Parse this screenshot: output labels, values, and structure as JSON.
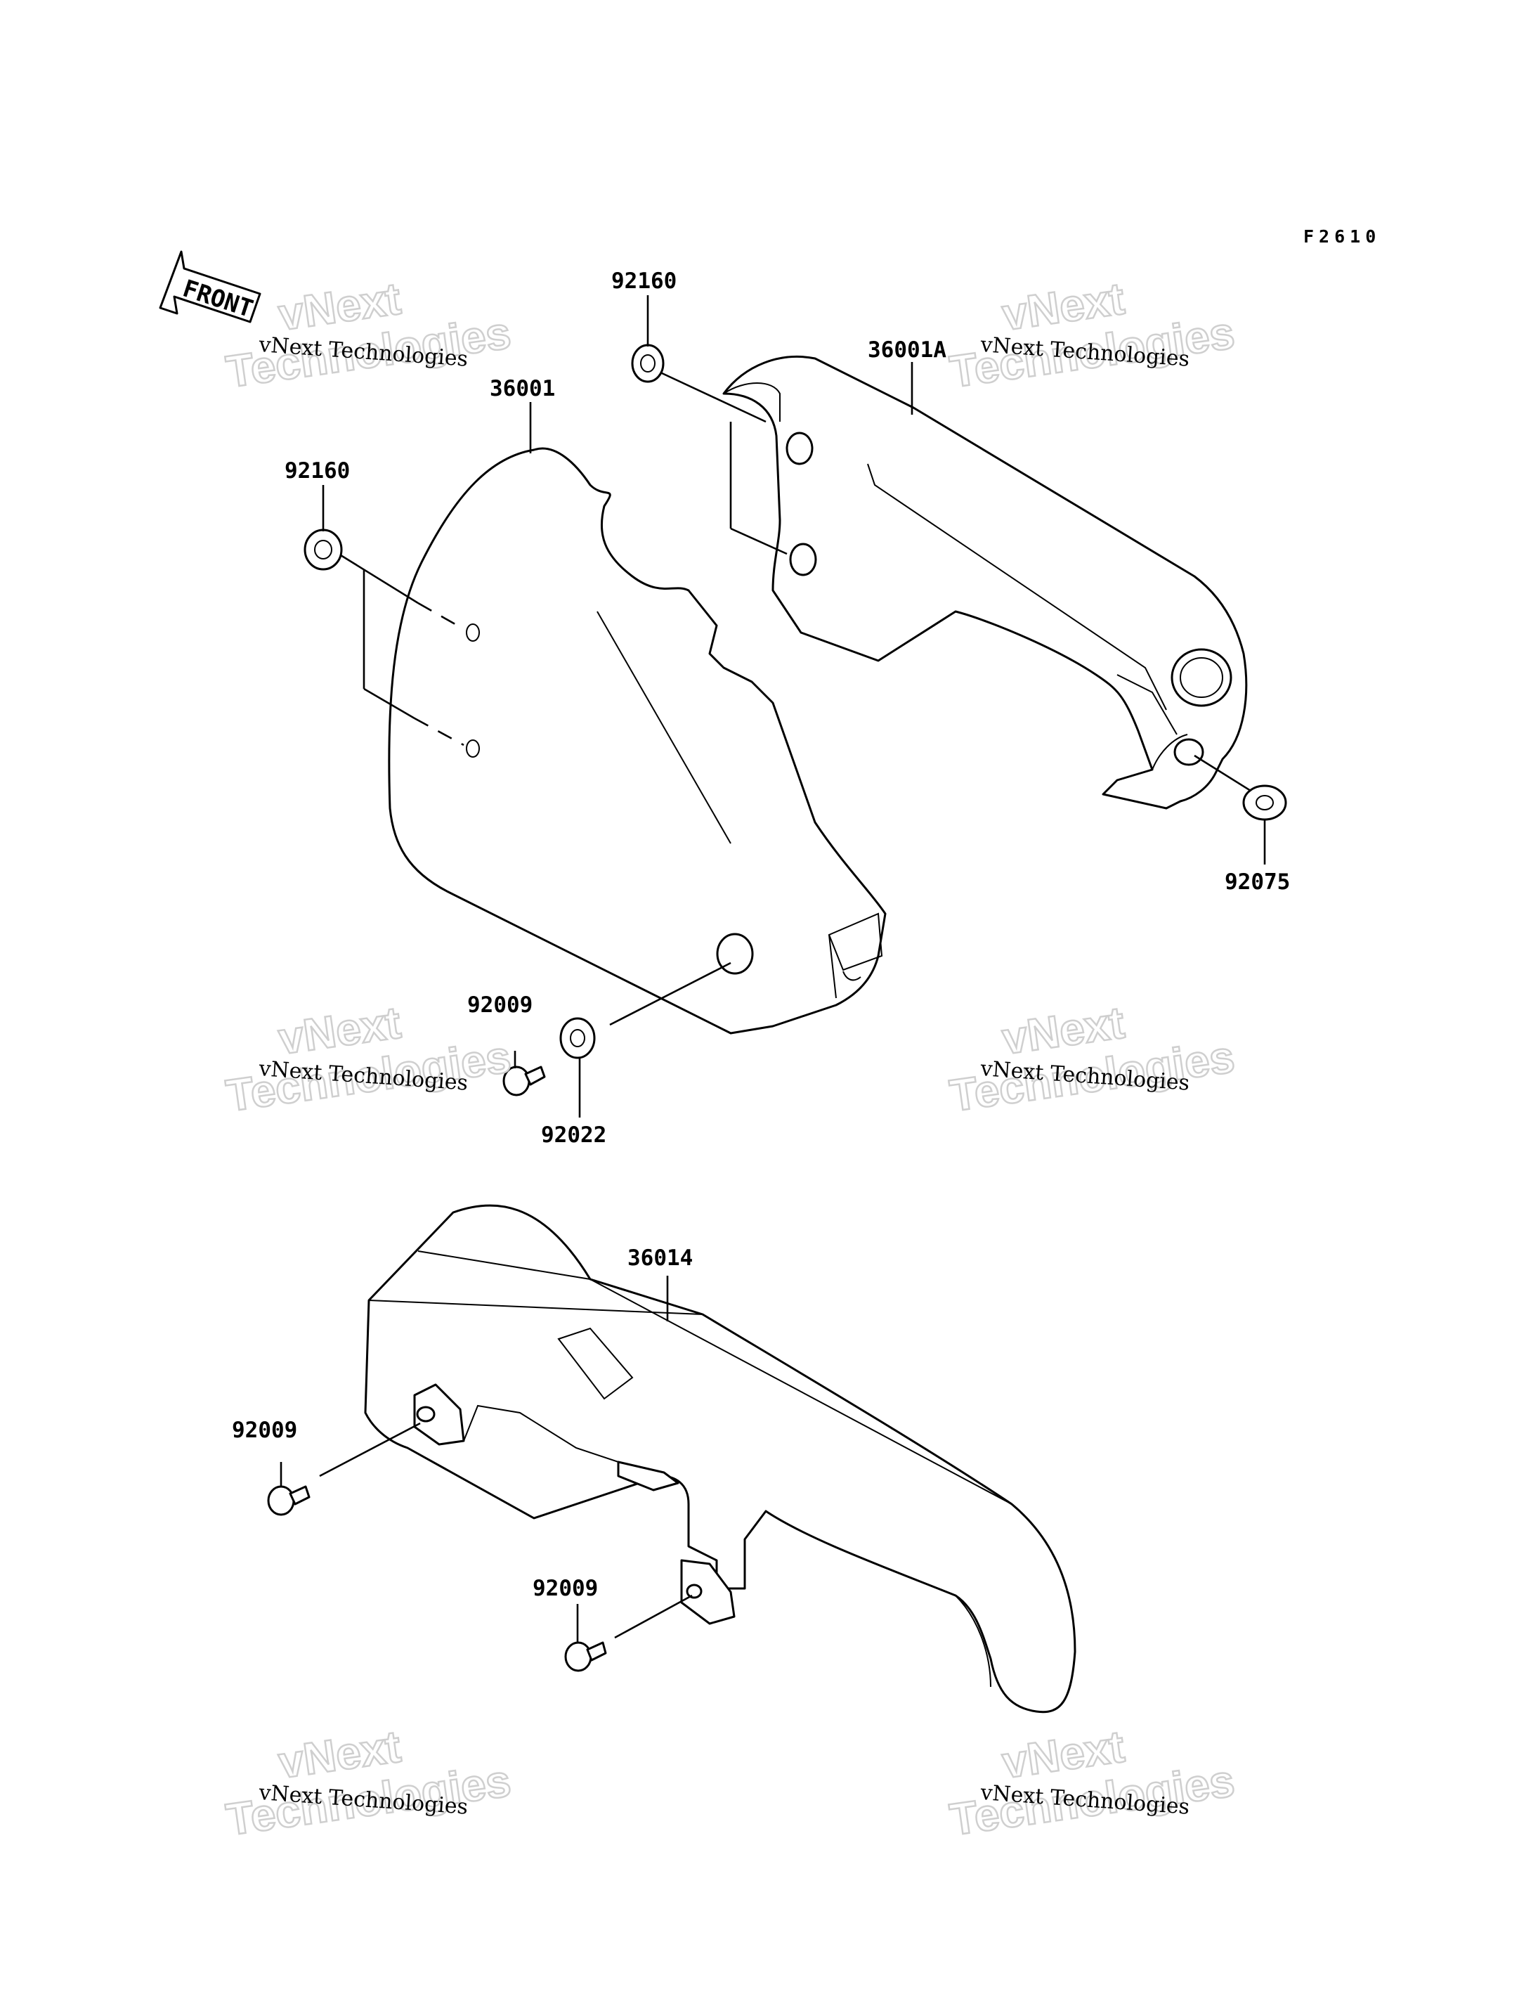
{
  "figure_code": "F2610",
  "front_label": "FRONT",
  "callouts": {
    "p92160_top": "92160",
    "p36001A": "36001A",
    "p36001": "36001",
    "p92160_left": "92160",
    "p92075": "92075",
    "p92009_mid": "92009",
    "p92022": "92022",
    "p36014": "36014",
    "p92009_left": "92009",
    "p92009_bottom": "92009"
  },
  "watermark": {
    "line1": "vNext",
    "line2": "Technologies",
    "small": "vNext Technologies"
  },
  "colors": {
    "line": "#000000",
    "background": "#ffffff",
    "watermark": "#cfcfcf"
  }
}
